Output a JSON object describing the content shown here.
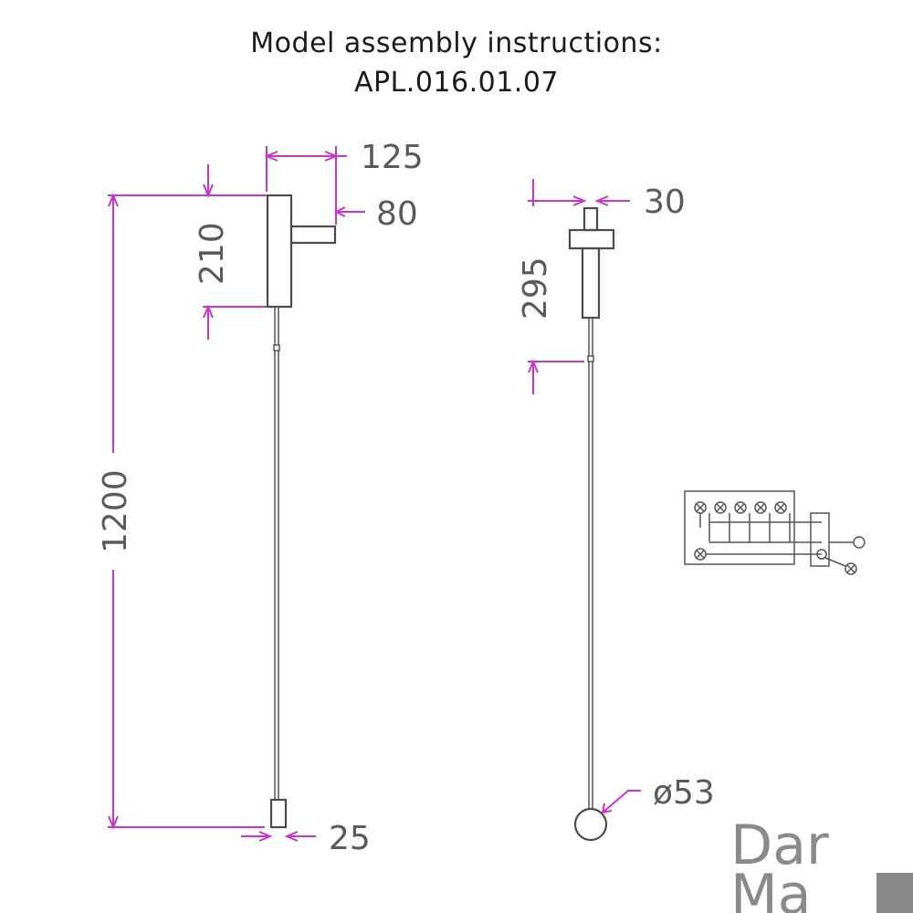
{
  "title": {
    "line1": "Model assembly instructions:",
    "line2": "APL.016.01.07"
  },
  "left_view": {
    "dim_width": "125",
    "dim_arm": "80",
    "dim_head": "210",
    "dim_total": "1200",
    "dim_end": "25"
  },
  "right_view": {
    "dim_width": "30",
    "dim_head": "295",
    "dim_sphere": "ø53"
  },
  "wiring": {
    "terminal_count": 5
  },
  "logo": {
    "line1": "DarMa",
    "line1_text": "Dar",
    "line2_text": "Ma"
  },
  "colors": {
    "dimension": "#cc33cc",
    "line": "#4a4a4a"
  }
}
